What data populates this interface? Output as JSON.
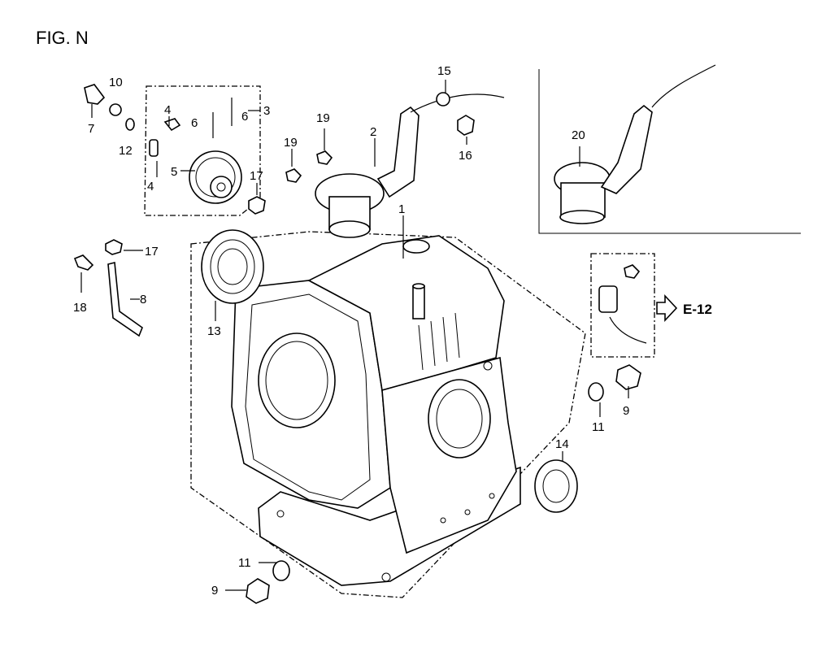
{
  "figure": {
    "title": "FIG. N"
  },
  "reference": {
    "label": "E-12"
  },
  "callouts": [
    "1",
    "2",
    "3",
    "4",
    "4",
    "5",
    "6",
    "6",
    "7",
    "8",
    "9",
    "9",
    "10",
    "11",
    "11",
    "12",
    "13",
    "14",
    "15",
    "16",
    "17",
    "17",
    "18",
    "19",
    "19",
    "20"
  ]
}
